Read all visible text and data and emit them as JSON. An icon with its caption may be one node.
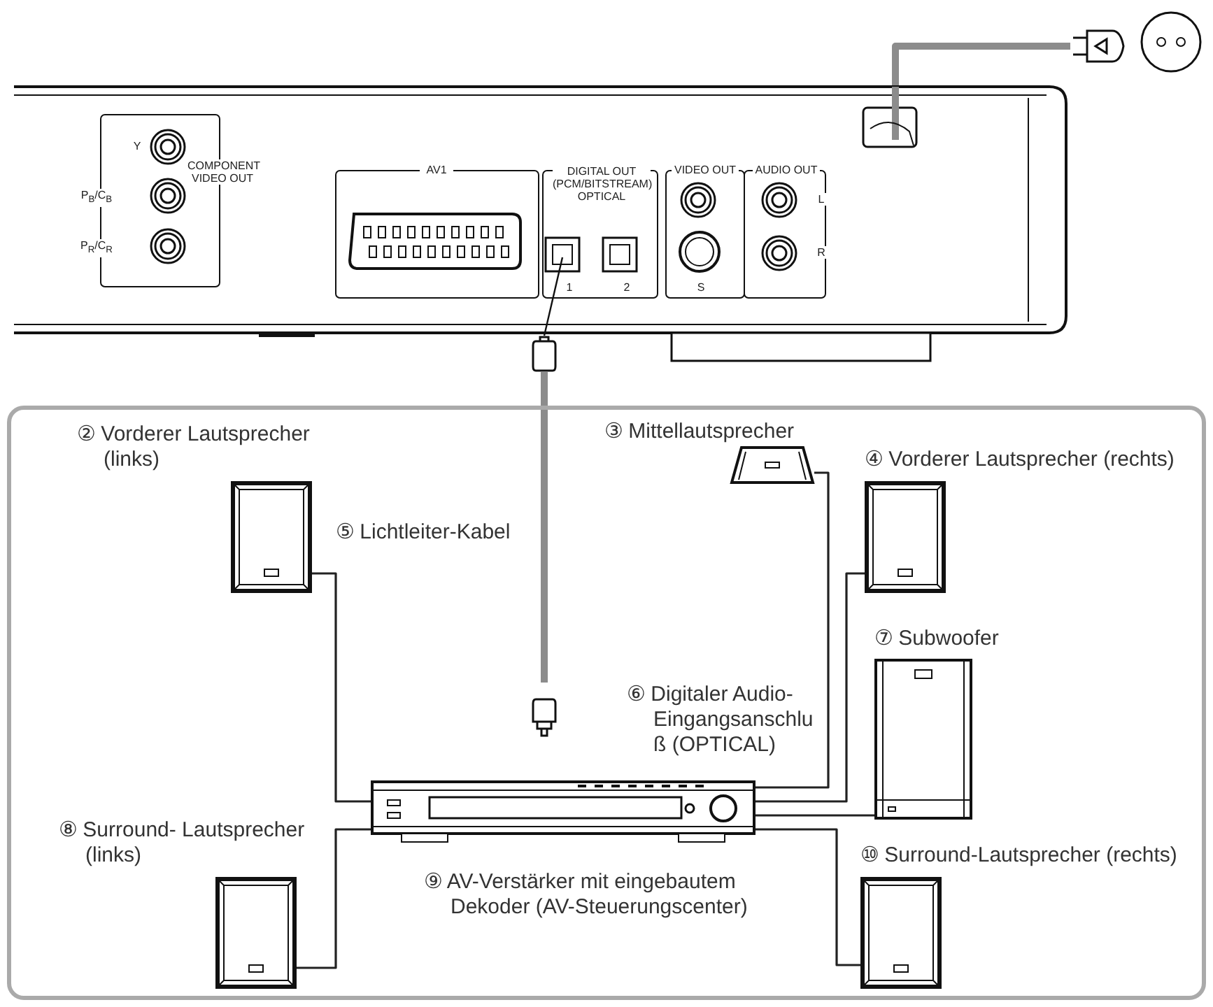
{
  "diagram": {
    "nodes": [
      {
        "text": [],
        "shape": "box"
      },
      {
        "text": [],
        "shape": "plug"
      },
      {
        "text": [],
        "shape": "circle"
      },
      {
        "text": [],
        "shape": "box"
      },
      {
        "text": [
          "② Vorderer Lautsprecher (links)"
        ],
        "in": 3
      },
      {
        "text": [
          "③ Mittellautsprecher"
        ],
        "in": 3
      },
      {
        "text": [
          "④ Vorderer Lautsprecher (rechts)"
        ],
        "in": 3
      },
      {
        "text": [
          "⑥ Digitaler Audio- Eingangsanschlu ß (OPTICAL)"
        ],
        "in": 3
      },
      {
        "text": [
          "⑦ Subwoofer"
        ],
        "in": 3
      },
      {
        "text": [
          "⑧ Surround- Lautsprecher (links)"
        ],
        "in": 3
      },
      {
        "text": [
          "⑨ AV-Verstärker mit eingebautem Dekoder (AV-Steuerungscenter)"
        ],
        "in": 3
      },
      {
        "text": [
          "⑩ Surround-Lautsprecher (rechts)"
        ],
        "in": 3
      }
    ],
    "edges": [
      {
        "from": 0,
        "to": 1,
        "arrow": "none",
        "style": "thick",
        "color": "#8c8c8c"
      },
      {
        "from": 0,
        "to": 7,
        "arrow": "none",
        "label": "⑤ Lichtleiter-Kabel",
        "style": "thick",
        "color": "#8c8c8c"
      },
      {
        "from": 4,
        "to": 10,
        "arrow": "none"
      },
      {
        "from": 5,
        "to": 10,
        "arrow": "none"
      },
      {
        "from": 6,
        "to": 10,
        "arrow": "none"
      },
      {
        "from": 8,
        "to": 10,
        "arrow": "none"
      },
      {
        "from": 9,
        "to": 10,
        "arrow": "none"
      },
      {
        "from": 11,
        "to": 10,
        "arrow": "none"
      }
    ],
    "labels": [
      "Y",
      "P$_{B}$/C$_{B}$",
      "P$_{R}$/C$_{R}$",
      "COMPONENT VIDEO OUT",
      "AV1",
      "DIGITAL OUT (PCM/BITSTREAM) OPTICAL",
      "1",
      "2",
      "VIDEO OUT",
      "S",
      "AUDIO OUT",
      "L",
      "R"
    ]
  }
}
